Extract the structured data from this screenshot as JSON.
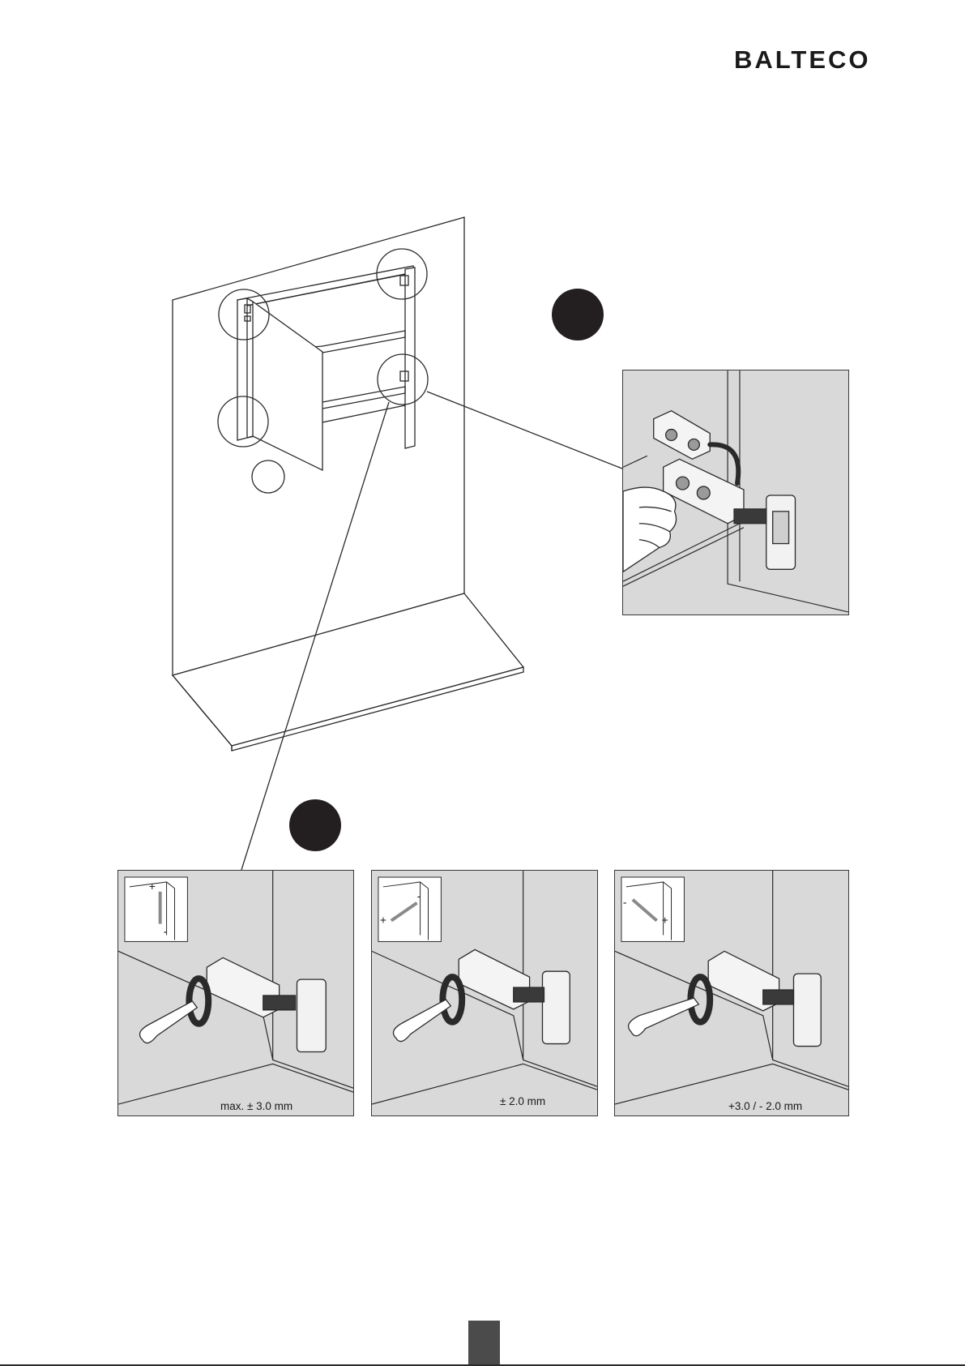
{
  "brand": {
    "name": "BALTECO"
  },
  "adjustments": [
    {
      "label": "max. ± 3.0 mm"
    },
    {
      "label": "± 2.0 mm"
    },
    {
      "label": "+3.0 / - 2.0 mm"
    }
  ],
  "adjust_signs": {
    "plus": "+",
    "minus": "-"
  },
  "colors": {
    "panel_bg": "#d9d9d9",
    "step_marker": "#231f20",
    "line": "#2a2a2a",
    "page_tab": "#4b4b4b"
  },
  "icons": [
    "step-marker-icon",
    "hinge-icon",
    "screwdriver-icon",
    "hand-icon",
    "rotation-arrow-icon",
    "adjust-arrow-icon"
  ]
}
